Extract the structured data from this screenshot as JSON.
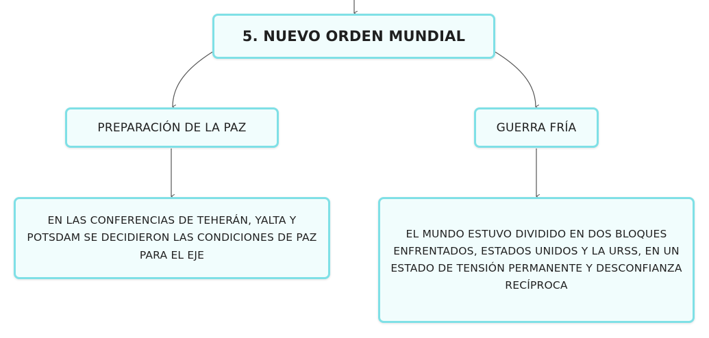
{
  "root": {
    "label": "5. NUEVO ORDEN MUNDIAL"
  },
  "branches": [
    {
      "label": "PREPARACIÓN DE LA PAZ",
      "detail": "EN LAS CONFERENCIAS DE TEHERÁN, YALTA Y POTSDAM SE DECIDIERON LAS CONDICIONES DE PAZ PARA EL EJE"
    },
    {
      "label": "GUERRA FRÍA",
      "detail": "EL MUNDO ESTUVO DIVIDIDO EN DOS BLOQUES ENFRENTADOS, ESTADOS UNIDOS Y LA URSS, EN UN ESTADO DE TENSIÓN PERMANENTE Y DESCONFIANZA RECÍPROCA"
    }
  ],
  "colors": {
    "node_fill": "#f1fdfd",
    "node_border": "#7fe0e6",
    "connector": "#555555",
    "text": "#1f1f1f"
  }
}
